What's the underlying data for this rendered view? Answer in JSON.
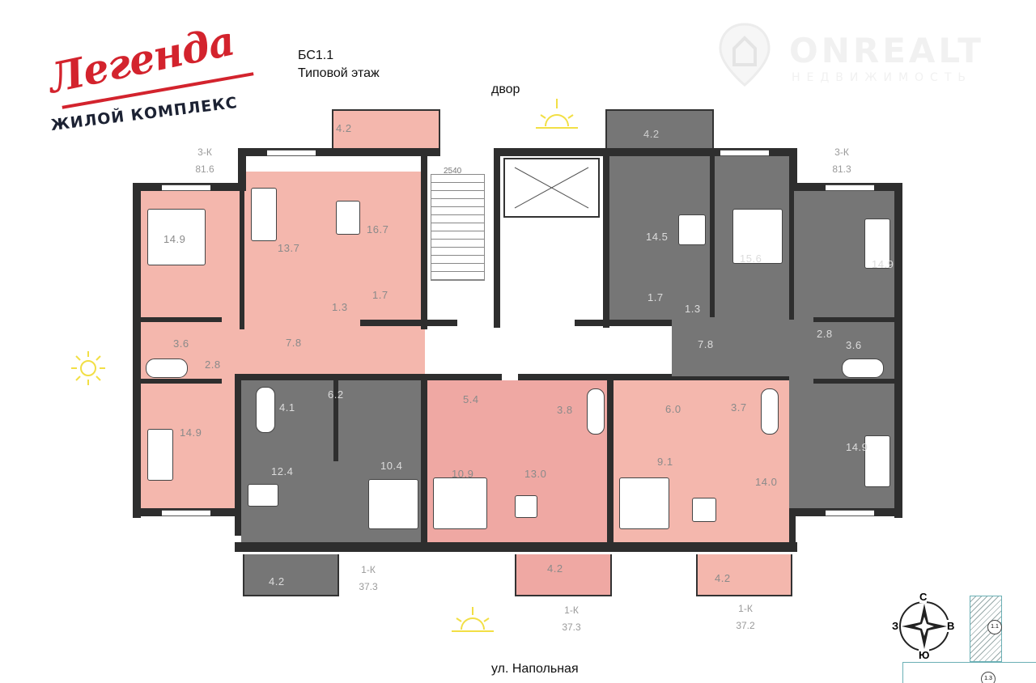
{
  "logo": {
    "name": "Легенда",
    "subtitle": "жилой комплекс"
  },
  "watermark": {
    "brand": "ONREALT",
    "tagline": "НЕДВИЖИМОСТЬ"
  },
  "header": {
    "section": "БС1.1",
    "floor": "Типовой этаж"
  },
  "orientation": {
    "top": "двор",
    "bottom": "ул. Напольная"
  },
  "dimension": "2540",
  "apartments": [
    {
      "type": "3-К",
      "area": "81.6",
      "color": "#f4b7ad",
      "rooms": [
        "4.2",
        "14.9",
        "13.7",
        "16.7",
        "1.7",
        "1.3",
        "7.8",
        "3.6",
        "2.8",
        "14.9"
      ]
    },
    {
      "type": "1-К",
      "area": "37.3",
      "color": "#767676",
      "rooms": [
        "4.1",
        "6.2",
        "12.4",
        "10.4",
        "4.2"
      ]
    },
    {
      "type": "1-К",
      "area": "37.3",
      "color": "#efa8a3",
      "rooms": [
        "5.4",
        "3.8",
        "10.9",
        "13.0",
        "4.2"
      ]
    },
    {
      "type": "1-К",
      "area": "37.2",
      "color": "#f4b7ad",
      "rooms": [
        "6.0",
        "3.7",
        "9.1",
        "14.0",
        "4.2"
      ]
    },
    {
      "type": "3-К",
      "area": "81.3",
      "color": "#767676",
      "rooms": [
        "4.2",
        "14.5",
        "15.6",
        "1.7",
        "1.3",
        "7.8",
        "2.8",
        "3.6",
        "14.9",
        "14.9"
      ]
    }
  ],
  "compass": {
    "n": "С",
    "s": "Ю",
    "w": "З",
    "e": "В"
  },
  "site_plan": {
    "current": "1.1",
    "other": "1.3"
  }
}
